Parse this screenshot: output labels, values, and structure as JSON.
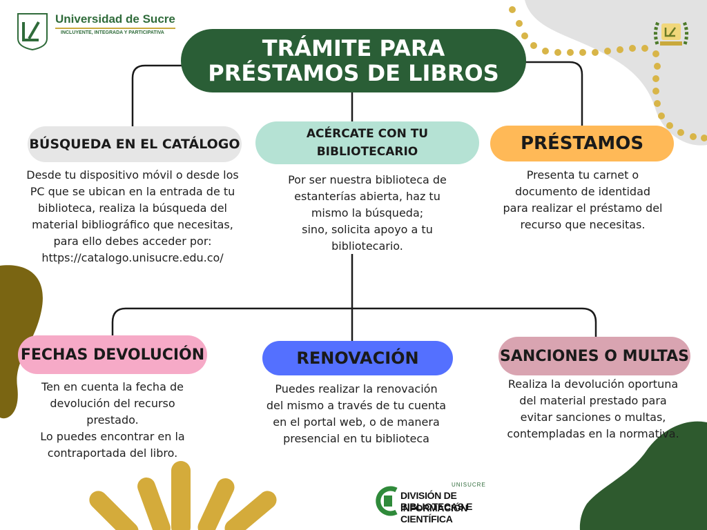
{
  "colors": {
    "title_bg": "#2a5e36",
    "busqueda_bg": "#e6e6e6",
    "acercate_bg": "#b5e2d4",
    "prestamos_bg": "#ffb957",
    "fechas_bg": "#f6aac7",
    "renovacion_bg": "#5470ff",
    "sanciones_bg": "#d9a4b1",
    "olive": "#7a6512",
    "gold": "#d4ab3b",
    "dark_green": "#2e5a2e",
    "grey_blob": "#e0e0e0"
  },
  "header": {
    "university_name": "Universidad de Sucre",
    "university_tagline": "INCLUYENTE, INTEGRADA Y PARTICIPATIVA",
    "logo_icon": "unisucre-shield-logo",
    "seal_icon": "accreditation-laurel-seal"
  },
  "title": "TRÁMITE PARA\nPRÉSTAMOS DE LIBROS",
  "nodes": {
    "busqueda": {
      "label": "BÚSQUEDA EN EL CATÁLOGO",
      "text": "Desde tu dispositivo móvil o desde los\nPC que se ubican en la entrada de tu\nbiblioteca,  realiza la búsqueda del\nmaterial bibliográfico que necesitas,\npara ello debes acceder por:\nhttps://catalogo.unisucre.edu.co/"
    },
    "acercate": {
      "label": "ACÉRCATE CON TU\nBIBLIOTECARIO",
      "text": "Por ser nuestra biblioteca de\nestanterías abierta, haz tu\nmismo la búsqueda;\nsino, solicita apoyo a tu\nbibliotecario."
    },
    "prestamos": {
      "label": "PRÉSTAMOS",
      "text": "Presenta tu carnet o\ndocumento de identidad\npara realizar el préstamo del\nrecurso que necesitas."
    },
    "fechas": {
      "label": "FECHAS DEVOLUCIÓN",
      "text": "Ten en cuenta la fecha de\ndevolución del recurso\nprestado.\nLo puedes encontrar en la\ncontraportada del libro."
    },
    "renovacion": {
      "label": "RENOVACIÓN",
      "text": "Puedes realizar la renovación\ndel mismo a través de tu cuenta\nen el portal web, o de manera\npresencial en tu biblioteca"
    },
    "sanciones": {
      "label": "SANCIONES O MULTAS",
      "text": "Realiza la devolución oportuna\ndel material prestado para\nevitar sanciones o multas,\ncontempladas en la normativa."
    }
  },
  "footer": {
    "small": "UNISUCRE",
    "line1": "DIVISIÓN DE BIBLIOTECAS E",
    "line2": "INFORMACIÓN CIENTÍFICA",
    "logo_icon": "division-bibliotecas-logo"
  }
}
